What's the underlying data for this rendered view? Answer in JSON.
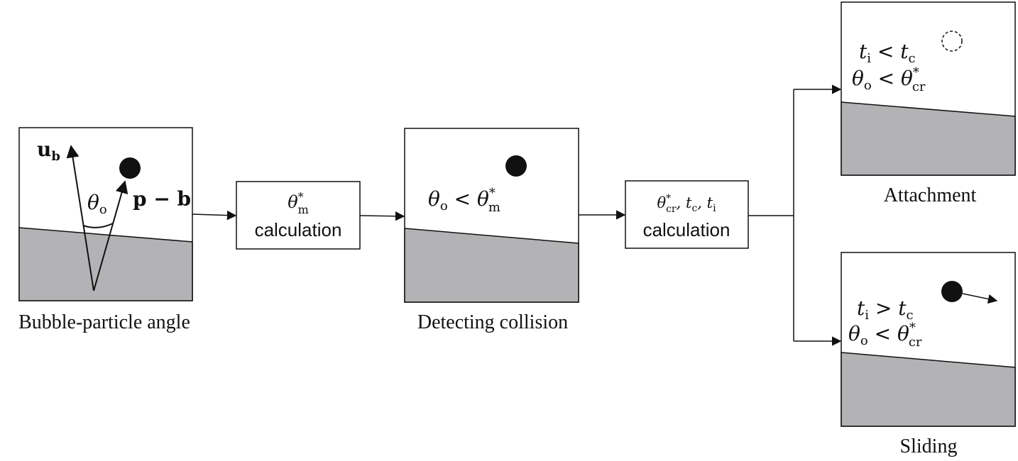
{
  "panels": {
    "p1": {
      "caption": "Bubble-particle angle",
      "ub_label": "u",
      "ub_sub": "b",
      "pb_label": "p − b",
      "angle_label": "θ",
      "angle_sub": "o"
    },
    "p2": {
      "caption": "Detecting collision",
      "cond_lhs": "θ",
      "cond_lhs_sub": "o",
      "cond_op": " < θ",
      "cond_rhs_sub": "m",
      "cond_rhs_sup": "*"
    },
    "p3": {
      "caption": "Attachment",
      "line1_t": "t",
      "line1_sub": "i",
      "line1_op": " < t",
      "line1_sub2": "c",
      "line2_t": "θ",
      "line2_sub": "o",
      "line2_op": " < θ",
      "line2_sub2": "cr",
      "line2_sup": "*"
    },
    "p4": {
      "caption": "Sliding",
      "line1_t": "t",
      "line1_sub": "i",
      "line1_op": " > t",
      "line1_sub2": "c",
      "line2_t": "θ",
      "line2_sub": "o",
      "line2_op": " < θ",
      "line2_sub2": "cr",
      "line2_sup": "*"
    }
  },
  "boxes": {
    "b1": {
      "sym": "θ",
      "sup": "*",
      "sub": "m",
      "text": "calculation"
    },
    "b2": {
      "sym1": "θ",
      "sup1": "*",
      "sub1": "cr",
      "rest": ", t",
      "sub2": "c",
      "rest2": ", t",
      "sub3": "i",
      "text": "calculation"
    }
  },
  "colors": {
    "ground": "#b3b3b6",
    "ink": "#111111"
  }
}
